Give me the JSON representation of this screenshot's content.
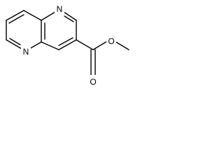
{
  "molecule": {
    "atoms": {
      "n_top": "N",
      "n_bottom": "N",
      "o_ester": "O",
      "o_carbonyl": "O"
    }
  }
}
